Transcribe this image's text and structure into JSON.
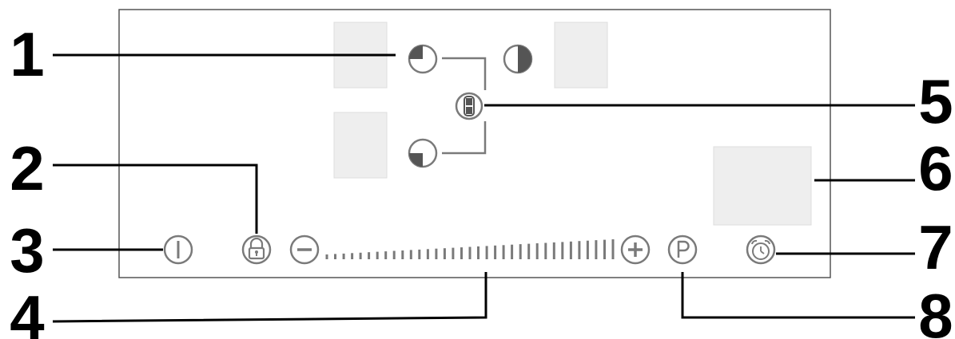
{
  "diagram": {
    "callouts": [
      {
        "id": "1",
        "label": "1"
      },
      {
        "id": "2",
        "label": "2"
      },
      {
        "id": "3",
        "label": "3"
      },
      {
        "id": "4",
        "label": "4"
      },
      {
        "id": "5",
        "label": "5"
      },
      {
        "id": "6",
        "label": "6"
      },
      {
        "id": "7",
        "label": "7"
      },
      {
        "id": "8",
        "label": "8"
      }
    ],
    "power_bars": 35,
    "colors": {
      "panel_border": "#555555",
      "icon": "#7a7a7a",
      "zone_fill": "#eeeeee",
      "zone_border": "#dddddd",
      "leader": "#000000"
    },
    "icons": {
      "zone_top_left": "quarter-circle-zone-icon",
      "zone_top_right": "half-circle-zone-icon",
      "zone_bottom_left": "quarter-circle-zone-icon",
      "bridge": "bridge-zone-icon",
      "power": "power-icon",
      "lock": "lock-icon",
      "minus": "minus-icon",
      "plus": "plus-icon",
      "pause": "pause-p-icon",
      "timer": "alarm-clock-icon"
    }
  }
}
